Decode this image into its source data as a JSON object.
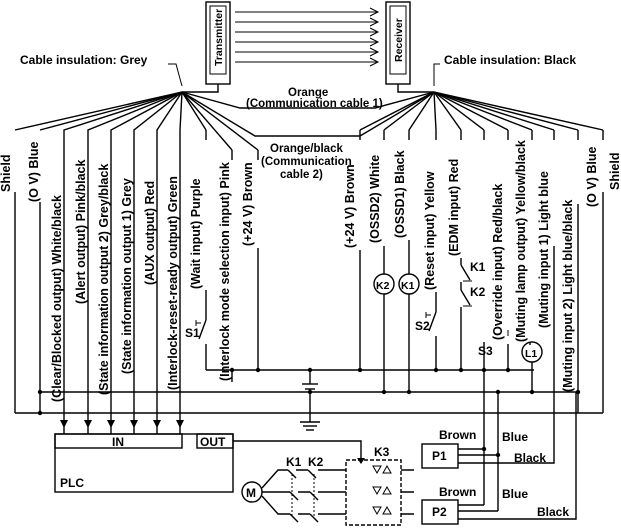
{
  "devices": {
    "transmitter": "Transmitter",
    "receiver": "Receiver"
  },
  "cable_labels": {
    "left": "Cable insulation: Grey",
    "right": "Cable insulation: Black",
    "comm1_color": "Orange",
    "comm1_name": "(Communication cable 1)",
    "comm2_color": "Orange/black",
    "comm2_line1": "(Communication",
    "comm2_line2": "cable 2)"
  },
  "left_wires": [
    "Shield",
    "(O V) Blue",
    "(Clear/Blocked output) White/black",
    "(Alert output) Pink/black",
    "(State information output 2) Grey/black",
    "(State information output 1) Grey",
    "(AUX output) Red",
    "(Interlock-reset-ready output) Green",
    "(Wait input) Purple",
    "(Interlock mode selection input) Pink",
    "(+24 V) Brown"
  ],
  "right_wires": [
    "(+24 V) Brown",
    "(OSSD2) White",
    "(OSSD1) Black",
    "(Reset input) Yellow",
    "(EDM input) Red",
    "(Override input) Red/black",
    "(Muting lamp output) Yellow/black",
    "(Muting input 1) Light blue",
    "(Muting input 2) Light blue/black",
    "(O V) Blue",
    "Shield"
  ],
  "components": {
    "s1": "S1",
    "s2": "S2",
    "s3": "S3",
    "k1": "K1",
    "k2": "K2",
    "k3": "K3",
    "l1": "L1",
    "motor": "M",
    "plc": "PLC",
    "plc_in": "IN",
    "plc_out": "OUT",
    "p1": "P1",
    "p2": "P2"
  },
  "sensor_wires": {
    "p1_brown": "Brown",
    "p1_blue": "Blue",
    "p1_black": "Black",
    "p2_brown": "Brown",
    "p2_blue": "Blue",
    "p2_black": "Black"
  }
}
